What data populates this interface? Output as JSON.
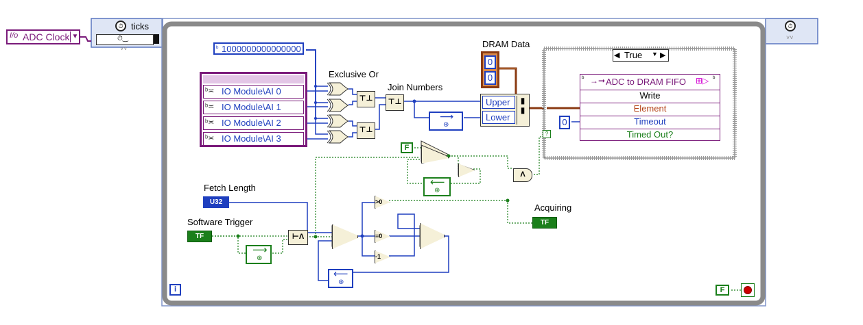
{
  "clock_control": {
    "label": "ADC Clock",
    "icon": "clock-icon"
  },
  "timed_loop": {
    "ticks_label": "ticks",
    "icon": "stopwatch-icon",
    "iteration": "i"
  },
  "constant_big": {
    "value": "1000000000000000"
  },
  "io_module": {
    "items": [
      "IO Module\\AI 0",
      "IO Module\\AI 1",
      "IO Module\\AI 2",
      "IO Module\\AI 3"
    ]
  },
  "labels": {
    "exclusive_or": "Exclusive Or",
    "join_numbers": "Join Numbers",
    "dram_data": "DRAM Data",
    "fetch_length": "Fetch Length",
    "software_trigger": "Software Trigger",
    "acquiring": "Acquiring"
  },
  "dram_cluster": {
    "values": [
      "0",
      "0"
    ]
  },
  "unbundle": {
    "upper": "Upper",
    "lower": "Lower"
  },
  "case_structure": {
    "selector": "True"
  },
  "fifo_method": {
    "title": "ADC to DRAM FIFO",
    "method": "Write",
    "rows": [
      {
        "label": "Element",
        "color": "#b5451b"
      },
      {
        "label": "Timeout",
        "color": "#1f3fbf"
      },
      {
        "label": "Timed Out?",
        "color": "#1b7f1b"
      }
    ]
  },
  "timeout_const": {
    "value": "0"
  },
  "bool_consts": {
    "false1": "F",
    "false2": "F"
  },
  "terminals": {
    "u32": "U32",
    "tf": "TF"
  },
  "colors": {
    "loop_border": "#8a8a8a",
    "numeric_blue": "#1f3fbf",
    "boolean_green": "#1b7f1b",
    "cluster_brown": "#8a3a12",
    "purple": "#7a1a7a",
    "error_red": "#cc0000"
  }
}
